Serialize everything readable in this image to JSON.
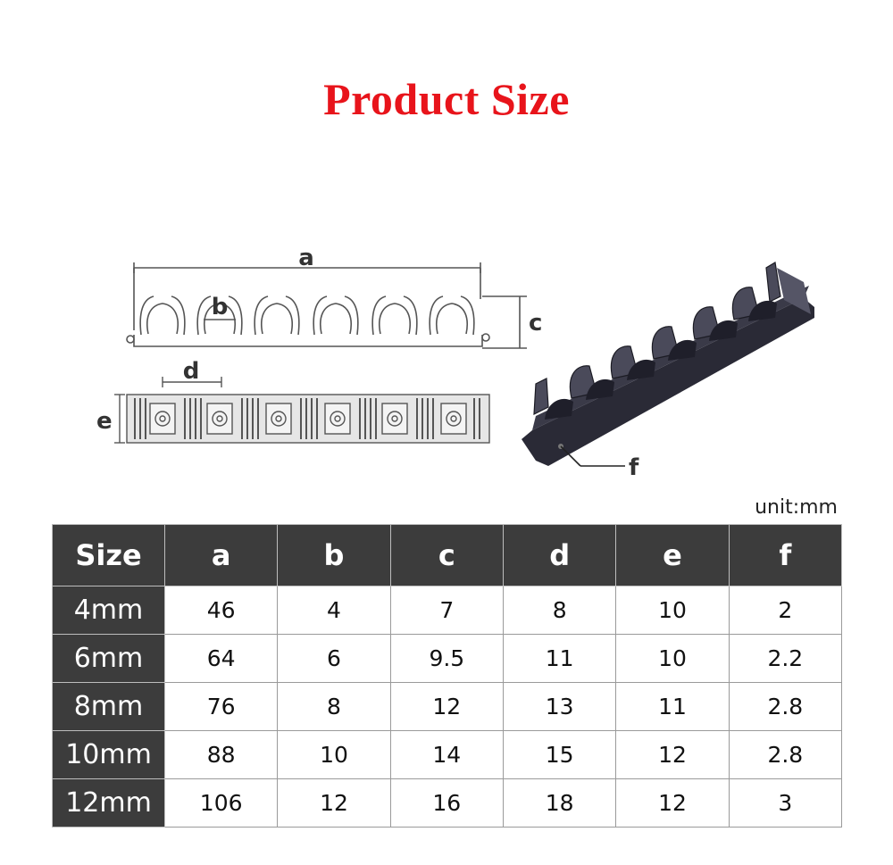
{
  "title": "Product Size",
  "unit_label": "unit:mm",
  "diagram": {
    "labels": {
      "a": "a",
      "b": "b",
      "c": "c",
      "d": "d",
      "e": "e",
      "f": "f"
    }
  },
  "table": {
    "headers": [
      "Size",
      "a",
      "b",
      "c",
      "d",
      "e",
      "f"
    ],
    "rows": [
      [
        "4mm",
        "46",
        "4",
        "7",
        "8",
        "10",
        "2"
      ],
      [
        "6mm",
        "64",
        "6",
        "9.5",
        "11",
        "10",
        "2.2"
      ],
      [
        "8mm",
        "76",
        "8",
        "12",
        "13",
        "11",
        "2.8"
      ],
      [
        "10mm",
        "88",
        "10",
        "14",
        "15",
        "12",
        "2.8"
      ],
      [
        "12mm",
        "106",
        "12",
        "16",
        "18",
        "12",
        "3"
      ]
    ]
  }
}
